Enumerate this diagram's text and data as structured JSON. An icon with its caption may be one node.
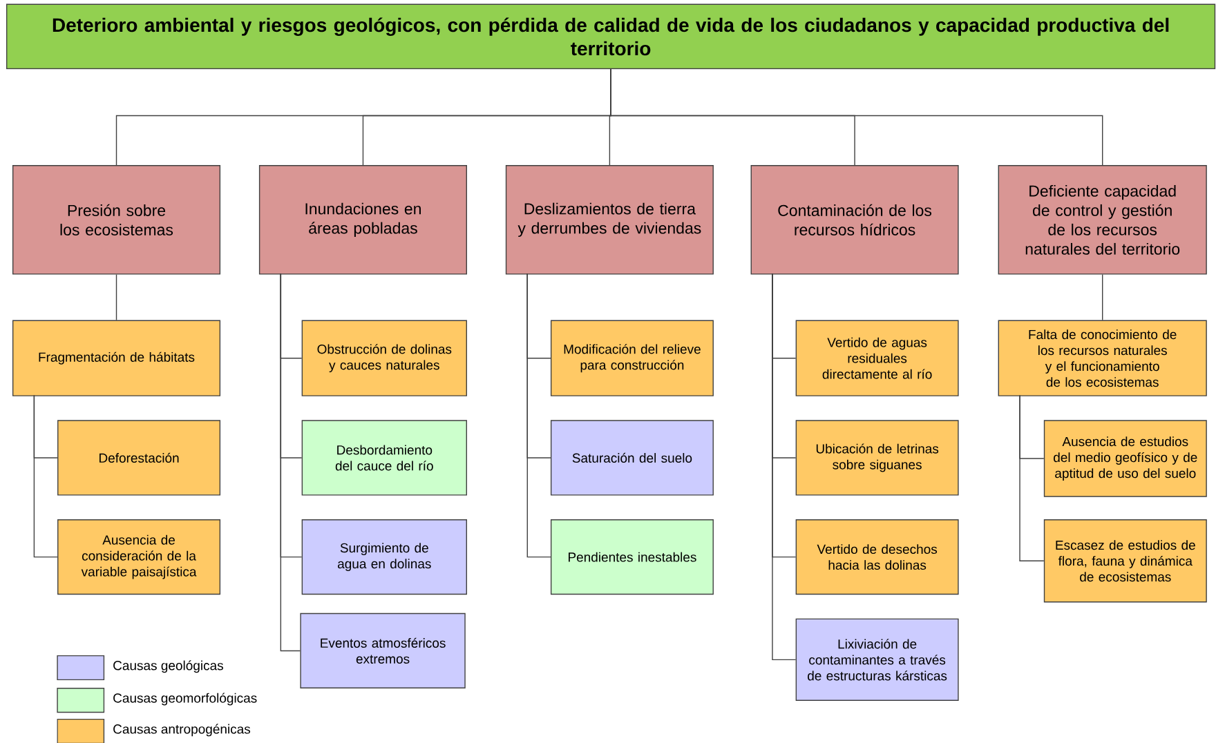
{
  "diagram": {
    "nodes": [
      {
        "text": [
          "Deterioro ambiental y riesgos geológicos, con pérdida de calidad de vida de los ciudadanos y capacidad productiva del territorio"
        ]
      },
      {
        "text": [
          "Presión sobre los ecosistemas"
        ]
      },
      {
        "text": [
          "Inundaciones en áreas pobladas"
        ]
      },
      {
        "text": [
          "Deslizamientos de tierra y derrumbes de viviendas"
        ]
      },
      {
        "text": [
          "Contaminación de los recursos hídricos"
        ]
      },
      {
        "text": [
          "Deficiente capacidad de control y gestión de los recursos naturales del territorio"
        ]
      },
      {
        "text": [
          "Fragmentación de hábitats"
        ]
      },
      {
        "text": [
          "Deforestación"
        ]
      },
      {
        "text": [
          "Ausencia de consideración de la variable paisajística"
        ]
      },
      {
        "text": [
          "Obstrucción de dolinas y cauces naturales"
        ]
      },
      {
        "text": [
          "Desbordamiento del cauce del río"
        ]
      },
      {
        "text": [
          "Surgimiento de agua en dolinas"
        ]
      },
      {
        "text": [
          "Eventos atmosféricos extremos"
        ]
      },
      {
        "text": [
          "Modificación del relieve para construcción"
        ]
      },
      {
        "text": [
          "Saturación del suelo"
        ]
      },
      {
        "text": [
          "Pendientes inestables"
        ]
      },
      {
        "text": [
          "Vertido de aguas residuales directamente al río"
        ]
      },
      {
        "text": [
          "Ubicación de letrinas sobre siguanes"
        ]
      },
      {
        "text": [
          "Vertido de desechos hacia las dolinas"
        ]
      },
      {
        "text": [
          "Lixiviación de contaminantes a través de estructuras kársticas"
        ]
      },
      {
        "text": [
          "Falta de conocimiento de los recursos naturales y el funcionamiento de los ecosistemas"
        ]
      },
      {
        "text": [
          "Ausencia de estudios del medio geofísico y de aptitud de uso del suelo"
        ]
      },
      {
        "text": [
          "Escasez de estudios de flora, fauna y dinámica de ecosistemas"
        ]
      }
    ],
    "edges": [
      {
        "from": 0,
        "to": 1,
        "arrow": "none"
      },
      {
        "from": 0,
        "to": 2,
        "arrow": "none"
      },
      {
        "from": 0,
        "to": 3,
        "arrow": "none"
      },
      {
        "from": 0,
        "to": 4,
        "arrow": "none"
      },
      {
        "from": 0,
        "to": 5,
        "arrow": "none"
      },
      {
        "from": 1,
        "to": 6,
        "arrow": "none"
      },
      {
        "from": 6,
        "to": 7,
        "arrow": "none"
      },
      {
        "from": 6,
        "to": 8,
        "arrow": "none"
      },
      {
        "from": 2,
        "to": 9,
        "arrow": "none"
      },
      {
        "from": 2,
        "to": 10,
        "arrow": "none"
      },
      {
        "from": 2,
        "to": 11,
        "arrow": "none"
      },
      {
        "from": 2,
        "to": 12,
        "arrow": "none"
      },
      {
        "from": 3,
        "to": 13,
        "arrow": "none"
      },
      {
        "from": 3,
        "to": 14,
        "arrow": "none"
      },
      {
        "from": 3,
        "to": 15,
        "arrow": "none"
      },
      {
        "from": 4,
        "to": 16,
        "arrow": "none"
      },
      {
        "from": 4,
        "to": 17,
        "arrow": "none"
      },
      {
        "from": 4,
        "to": 18,
        "arrow": "none"
      },
      {
        "from": 4,
        "to": 19,
        "arrow": "none"
      },
      {
        "from": 5,
        "to": 20,
        "arrow": "none"
      },
      {
        "from": 20,
        "to": 21,
        "arrow": "none"
      },
      {
        "from": 20,
        "to": 22,
        "arrow": "none"
      }
    ],
    "legend": [
      {
        "text": "Causas geológicas",
        "color": "#ccccff"
      },
      {
        "text": "Causas geomorfológicas",
        "color": "#ccffcc"
      },
      {
        "text": "Causas antropogénicas",
        "color": "#ffc965"
      }
    ]
  }
}
